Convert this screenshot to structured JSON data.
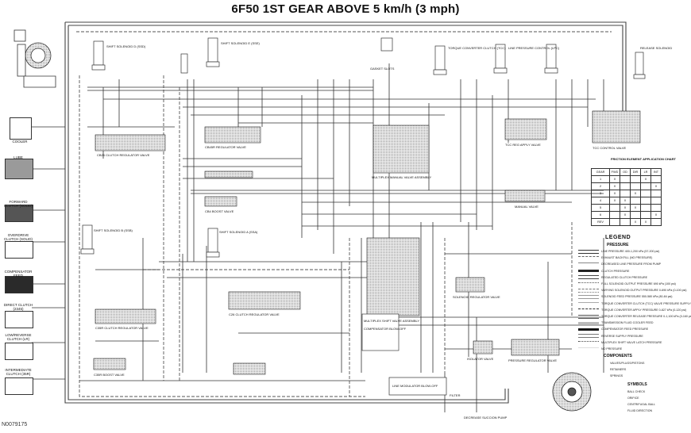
{
  "title": "6F50 1ST GEAR ABOVE 5 km/h (3 mph)",
  "document_id": "N0079175",
  "side_boxes": [
    {
      "label": "COOLER"
    },
    {
      "label": "LUBE"
    },
    {
      "label": "FORWARD CLUTCH (SOLID)"
    },
    {
      "label": "OVERDRIVE CLUTCH (SOLID)"
    },
    {
      "label": "COMPENSATOR FEED"
    },
    {
      "label": "DIRECT CLUTCH (2345)"
    },
    {
      "label": "LOW/REVERSE CLUTCH (LR)"
    },
    {
      "label": "INTERMEDIATE CLUTCH (35R)"
    }
  ],
  "valves": [
    {
      "label": "CB26 CLUTCH REGULATOR VALVE"
    },
    {
      "label": "CB45R REGULATOR VALVE"
    },
    {
      "label": "CB4 BOOST VALVE"
    },
    {
      "label": "MULTIPLEX MANUAL VALVE ASSEMBLY"
    },
    {
      "label": "TCC REG APPLY VALVE"
    },
    {
      "label": "TCC CONTROL VALVE"
    },
    {
      "label": "MANUAL VALVE"
    },
    {
      "label": "C35R CLUTCH REGULATOR VALVE"
    },
    {
      "label": "C26 CLUTCH REGULATOR VALVE"
    },
    {
      "label": "C35R BOOST VALVE"
    },
    {
      "label": "MULTIPLEX SHIFT VALVE ASSEMBLY"
    },
    {
      "label": "SOLENOID REGULATOR VALVE"
    },
    {
      "label": "ISOLATOR VALVE"
    },
    {
      "label": "PRESSURE REGULATOR VALVE"
    },
    {
      "label": "COMPENSATOR BLOW-OFF"
    },
    {
      "label": "LINE MODULATOR BLOW-OFF"
    }
  ],
  "solenoids": [
    {
      "label": "SHIFT SOLENOID D (SSD)"
    },
    {
      "label": "SHIFT SOLENOID E (SSE)"
    },
    {
      "label": "SHIFT SOLENOID B (SSB)"
    },
    {
      "label": "SHIFT SOLENOID A (SSA)"
    },
    {
      "label": "TORQUE CONVERTER CLUTCH (TCC)"
    },
    {
      "label": "LINE PRESSURE CONTROL (LPC)"
    },
    {
      "label": "RELEASE SOLENOID"
    }
  ],
  "apply_chart": {
    "title": "FRICTION ELEMENT APPLICATION CHART",
    "headers": [
      "GEAR",
      "FWD",
      "OD",
      "DIR",
      "LR",
      "INT"
    ],
    "rows": [
      [
        "1",
        "X",
        "",
        "",
        "X",
        ""
      ],
      [
        "2",
        "X",
        "",
        "",
        "",
        "X"
      ],
      [
        "3",
        "X",
        "",
        "X",
        "",
        ""
      ],
      [
        "4",
        "X",
        "X",
        "",
        "",
        ""
      ],
      [
        "5",
        "",
        "X",
        "X",
        "",
        ""
      ],
      [
        "6",
        "",
        "X",
        "",
        "",
        "X"
      ],
      [
        "REV",
        "",
        "",
        "X",
        "X",
        ""
      ]
    ]
  },
  "legend": {
    "title": "LEGEND",
    "subtitle": "PRESSURE",
    "items": [
      {
        "label": "LINE PRESSURE 400-1,200 kPa (57-200 psi)",
        "color": "#333333",
        "style": "double"
      },
      {
        "label": "EXHAUST BACKFILL (NO PRESSURE)",
        "color": "#666666",
        "style": "dashed"
      },
      {
        "label": "DECREASED LINE PRESSURE FROM PUMP",
        "color": "#888888",
        "style": "thin"
      },
      {
        "label": "CLUTCH PRESSURE",
        "color": "#222222",
        "style": "solid"
      },
      {
        "label": "REGULATED CLUTCH PRESSURE",
        "color": "#444444",
        "style": "double"
      },
      {
        "label": "FULL SOLENOID OUTPUT PRESSURE 690 kPa (100 psi)",
        "color": "#555555",
        "style": "dots"
      },
      {
        "label": "VARYING SOLENOID OUTPUT PRESSURE 0-690 kPa (0-100 psi)",
        "color": "#777777",
        "style": "dashdot"
      },
      {
        "label": "SOLENOID FEED PRESSURE 550-580 kPa (80-84 psi)",
        "color": "#999999",
        "style": "double"
      },
      {
        "label": "TORQUE CONVERTER CLUTCH (TCC) VALVE PRESSURE SUPPLY",
        "color": "#aaaaaa",
        "style": "thin"
      },
      {
        "label": "TORQUE CONVERTER APPLY PRESSURE 0-827 kPa (0-120 psi)",
        "color": "#333333",
        "style": "dashed"
      },
      {
        "label": "TORQUE CONVERTER RELEASE PRESSURE 0-1,100 kPa (0-160 psi)",
        "color": "#555555",
        "style": "double"
      },
      {
        "label": "TRANSMISSION FLUID COOLER FEED",
        "color": "#bbbbbb",
        "style": "solid"
      },
      {
        "label": "COMPENSATOR FEED PRESSURE",
        "color": "#111111",
        "style": "solid"
      },
      {
        "label": "REVERSE SUPPLY PRESSURE",
        "color": "#777777",
        "style": "double"
      },
      {
        "label": "MULTIPLEX SHIFT VALVE LATCH PRESSURE",
        "color": "#444444",
        "style": "dots"
      },
      {
        "label": "NO PRESSURE",
        "color": "#dddddd",
        "style": "thin"
      }
    ]
  },
  "components": {
    "title": "COMPONENTS",
    "items": [
      "VALVES/PLUGS/PISTONS",
      "RETAINERS",
      "SPRINGS"
    ]
  },
  "symbols": {
    "title": "SYMBOLS",
    "items": [
      "BALL CHECK",
      "ORIFICE",
      "CENTRIFUGAL BALL",
      "FLUID DIRECTION"
    ]
  },
  "bottom_labels": {
    "pump": "DECREASE SUCCION PUMP",
    "slots": "GASKET SLOTS",
    "filter": "FILTER"
  }
}
